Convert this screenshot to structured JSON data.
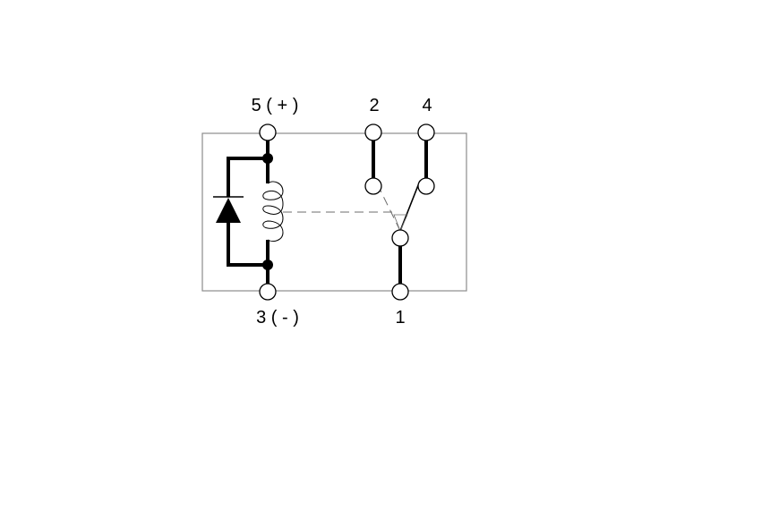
{
  "diagram": {
    "pins": {
      "pin5": "5 ( + )",
      "pin3": "3 ( - )",
      "pin2": "2",
      "pin4": "4",
      "pin1": "1"
    },
    "colors": {
      "line": "#000000",
      "outline": "#8c8c8c",
      "background": "#ffffff"
    }
  }
}
